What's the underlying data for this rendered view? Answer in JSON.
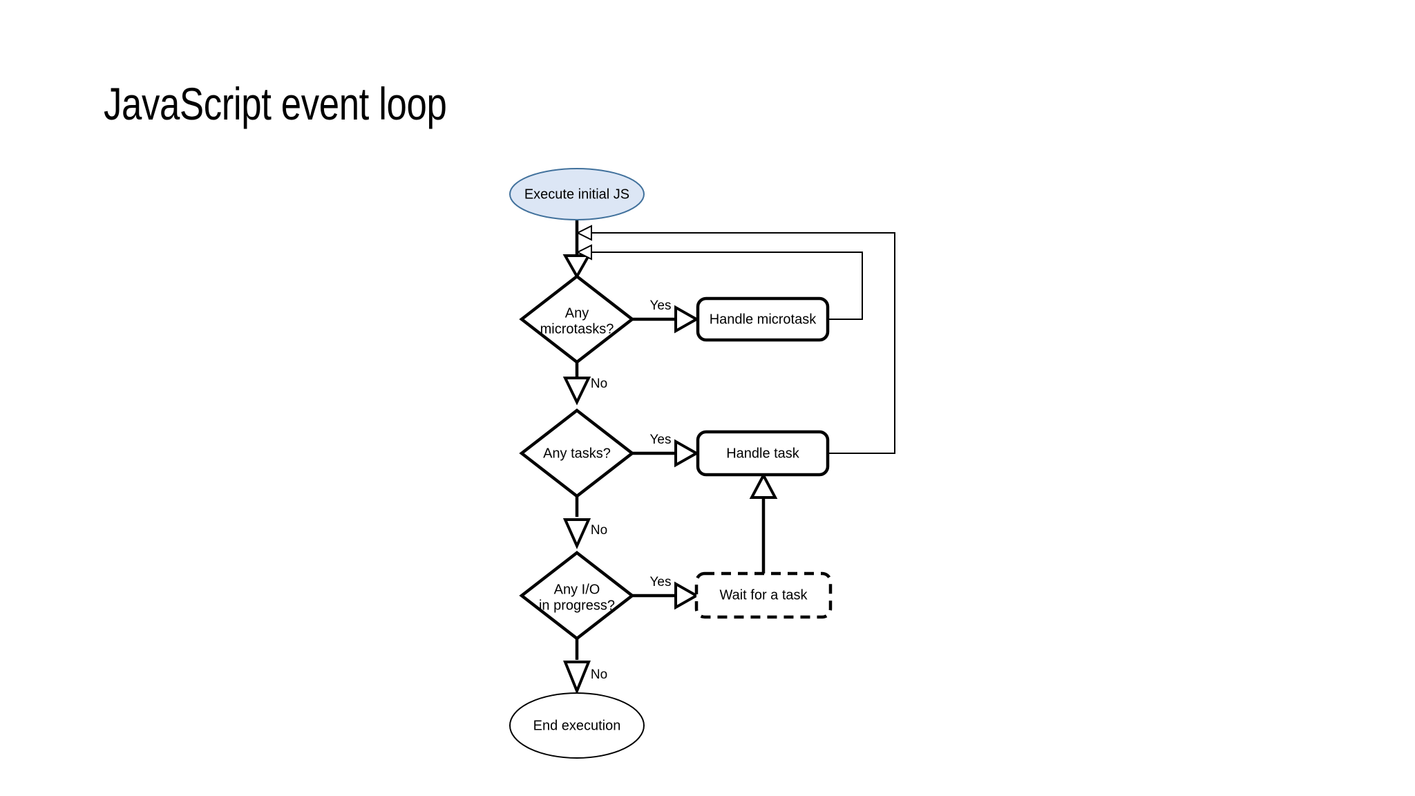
{
  "slide": {
    "title": "JavaScript event loop",
    "background_color": "#ffffff"
  },
  "diagram": {
    "type": "flowchart",
    "colors": {
      "start_fill": "#dce6f5",
      "start_stroke": "#41719c",
      "node_stroke": "#000000",
      "node_fill": "#ffffff",
      "text": "#000000"
    },
    "nodes": [
      {
        "id": "start",
        "shape": "ellipse",
        "label": "Execute initial JS"
      },
      {
        "id": "any-microtasks",
        "shape": "diamond",
        "label_line1": "Any",
        "label_line2": "microtasks?"
      },
      {
        "id": "handle-microtask",
        "shape": "rounded-rect",
        "label": "Handle microtask"
      },
      {
        "id": "any-tasks",
        "shape": "diamond",
        "label": "Any tasks?"
      },
      {
        "id": "handle-task",
        "shape": "rounded-rect",
        "label": "Handle task"
      },
      {
        "id": "any-io",
        "shape": "diamond",
        "label_line1": "Any I/O",
        "label_line2": "in progress?"
      },
      {
        "id": "wait-for-task",
        "shape": "rounded-rect-dashed",
        "label": "Wait for a task"
      },
      {
        "id": "end",
        "shape": "ellipse",
        "label": "End execution"
      }
    ],
    "edge_labels": {
      "microtasks_yes": "Yes",
      "microtasks_no": "No",
      "tasks_yes": "Yes",
      "tasks_no": "No",
      "io_yes": "Yes",
      "io_no": "No"
    }
  }
}
